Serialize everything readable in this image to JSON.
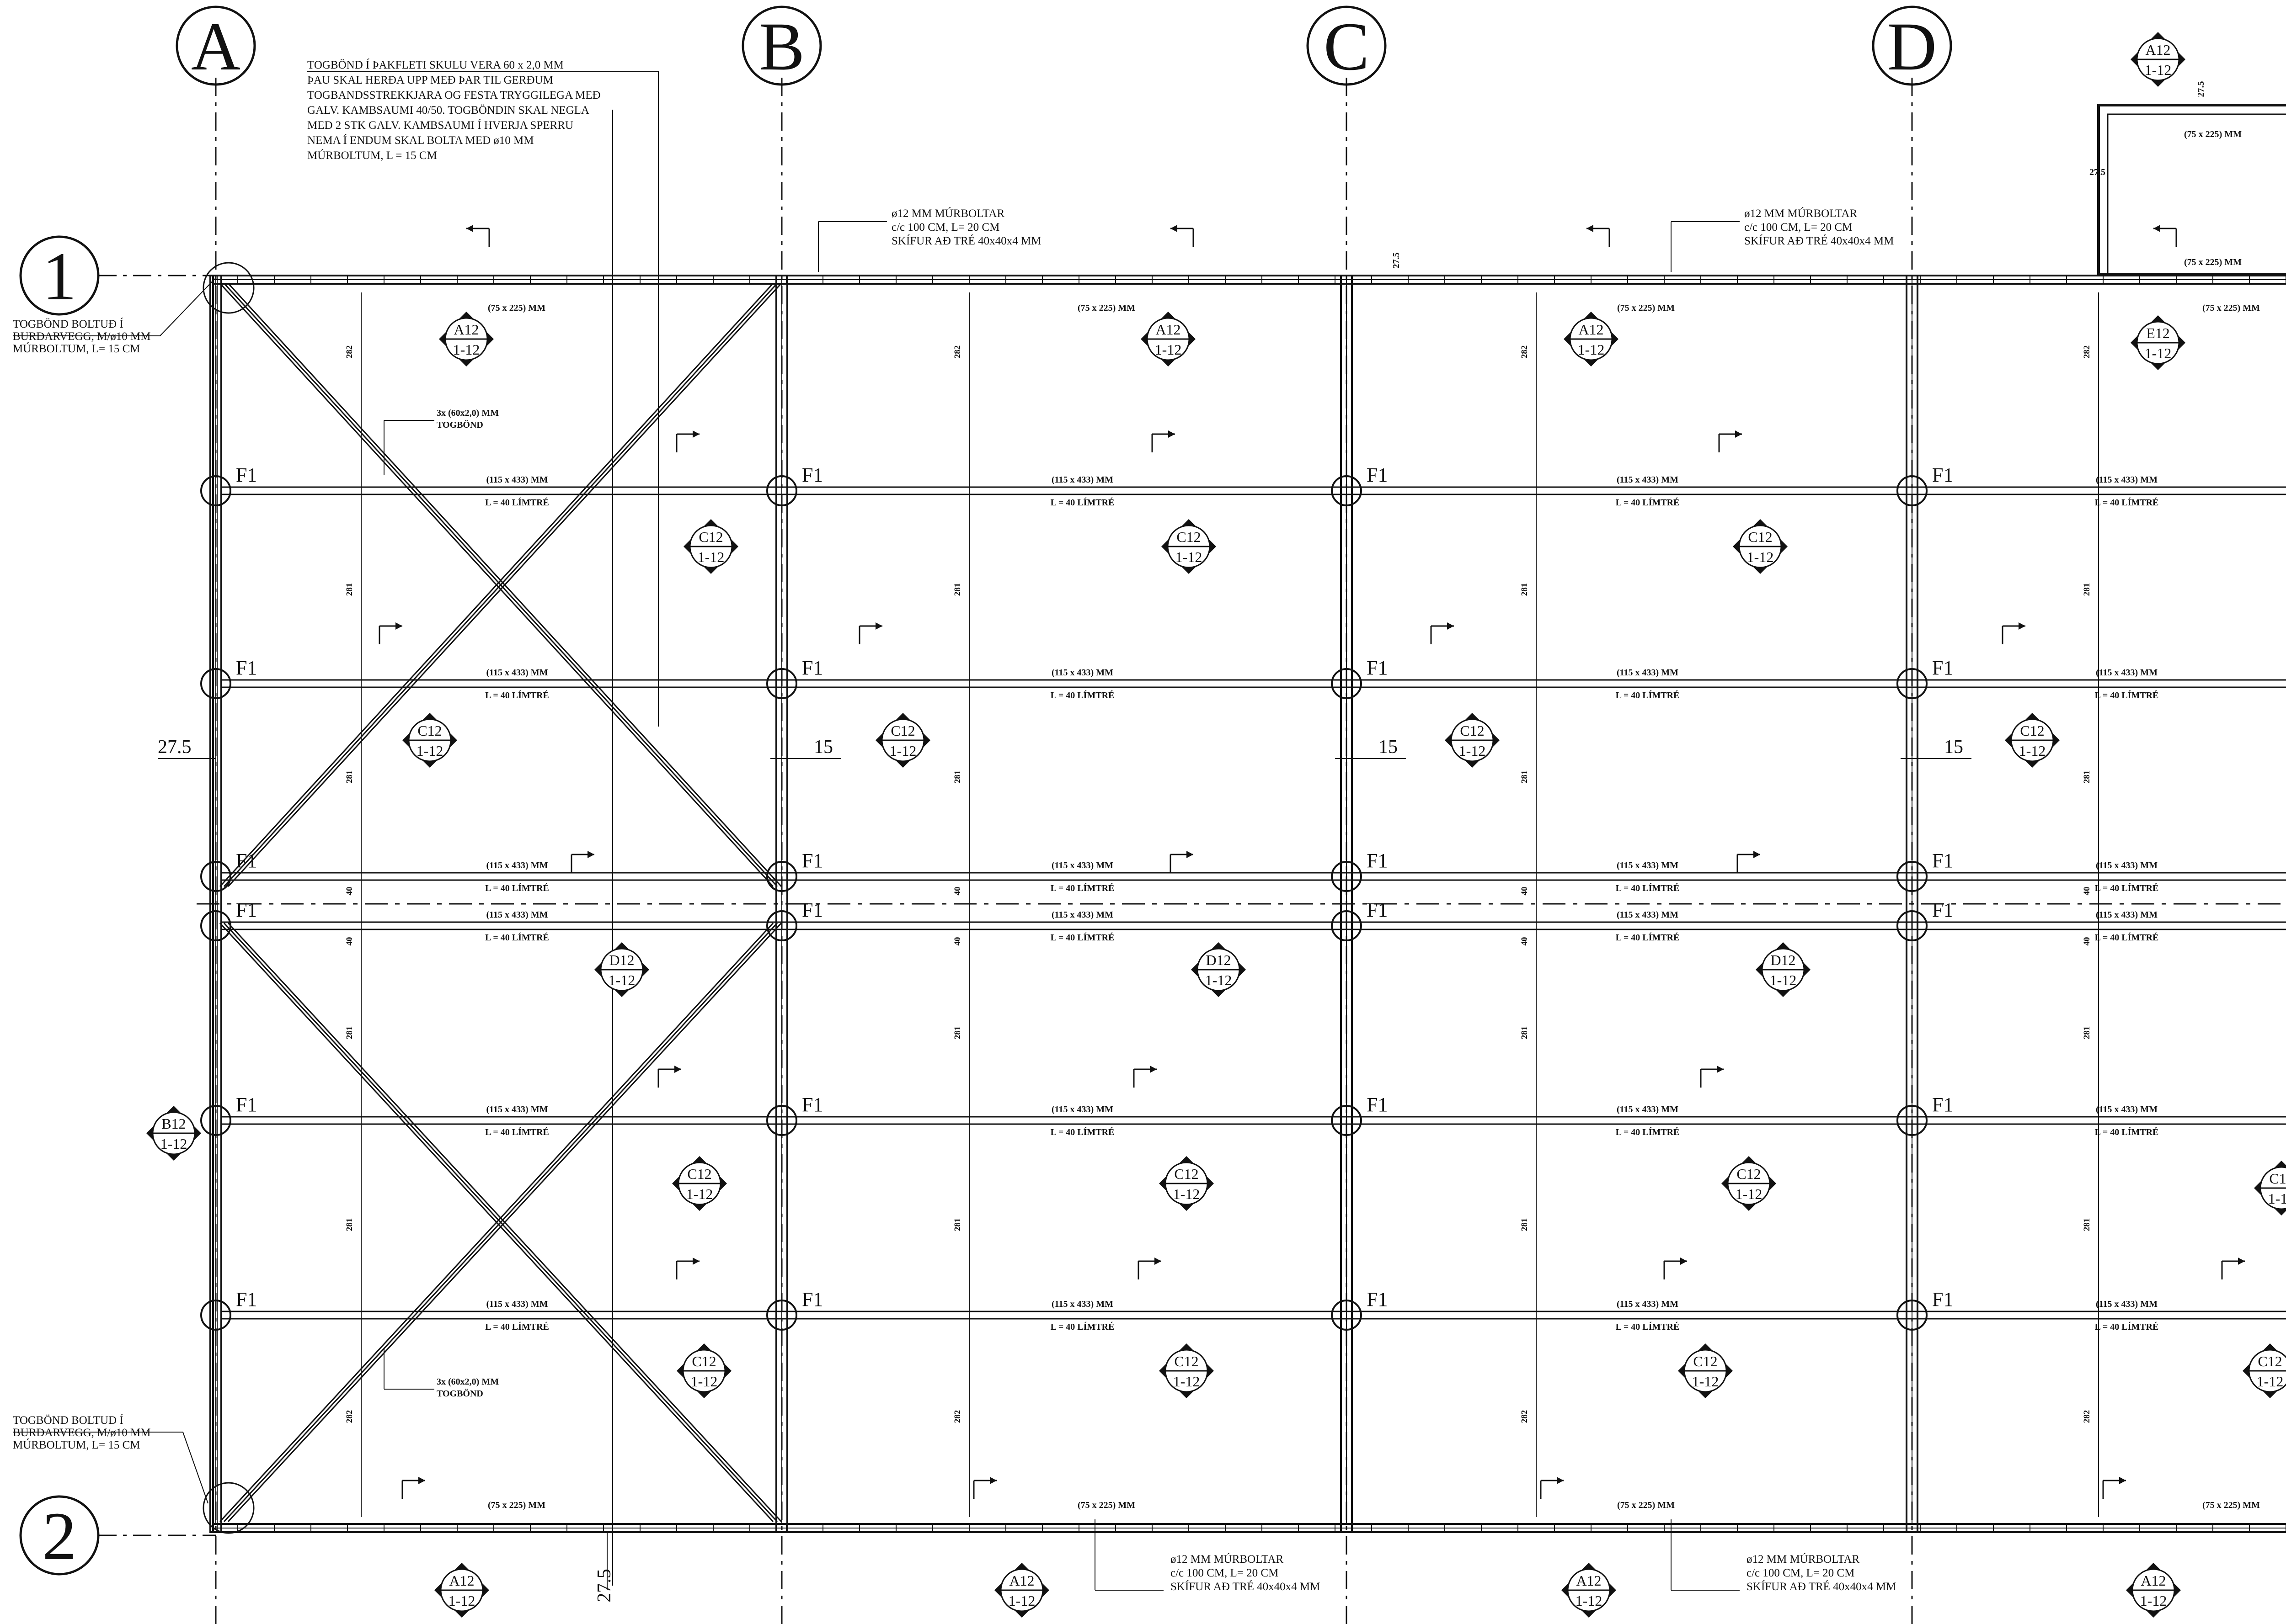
{
  "grid_columns": [
    "A",
    "B",
    "C",
    "D"
  ],
  "grid_rows": [
    "1",
    "2"
  ],
  "notes": {
    "tie_straps_top": [
      "TOGBÖND Í ÞAKFLETI SKULU VERA 60 x 2,0 MM",
      "ÞAU SKAL HERÐA UPP MEÐ ÞAR TIL GERÐUM",
      "TOGBANDSSTREKKJARA OG FESTA TRYGGILEGA MEÐ",
      "GALV. KAMBSAUMI 40/50. TOGBÖNDIN SKAL NEGLA",
      "MEÐ 2 STK GALV. KAMBSAUMI Í HVERJA SPERRU",
      "NEMA Í ENDUM SKAL BOLTA MEÐ ø10 MM",
      "MÚRBOLTUM, L = 15 CM"
    ],
    "tie_bolt_left": [
      "TOGBÖND BOLTUÐ Í",
      "BURÐARVEGG, M/ø10 MM",
      "MÚRBOLTUM, L= 15 CM"
    ],
    "anchor_bolts": [
      "ø12 MM MÚRBOLTAR",
      "c/c 100 CM, L= 20 CM",
      "SKÍFUR AÐ TRÉ 40x40x4 MM"
    ],
    "strap_callout": [
      "3x (60x2,0) MM",
      "TOGBÖND"
    ]
  },
  "labels": {
    "purlin": "F1",
    "beam_size": "(115 x 433) MM",
    "beam_material": "L = 40 LÍMTRÉ",
    "edge_beam": "(75 x 225) MM",
    "span_282": "282",
    "span_281": "281",
    "span_40": "40",
    "dim_27_5": "27.5",
    "dim_15": "15"
  },
  "section_markers": [
    {
      "top": "A12",
      "bottom": "1-12"
    },
    {
      "top": "B12",
      "bottom": "1-12"
    },
    {
      "top": "C12",
      "bottom": "1-12"
    },
    {
      "top": "D12",
      "bottom": "1-12"
    },
    {
      "top": "E12",
      "bottom": "1-12"
    }
  ]
}
